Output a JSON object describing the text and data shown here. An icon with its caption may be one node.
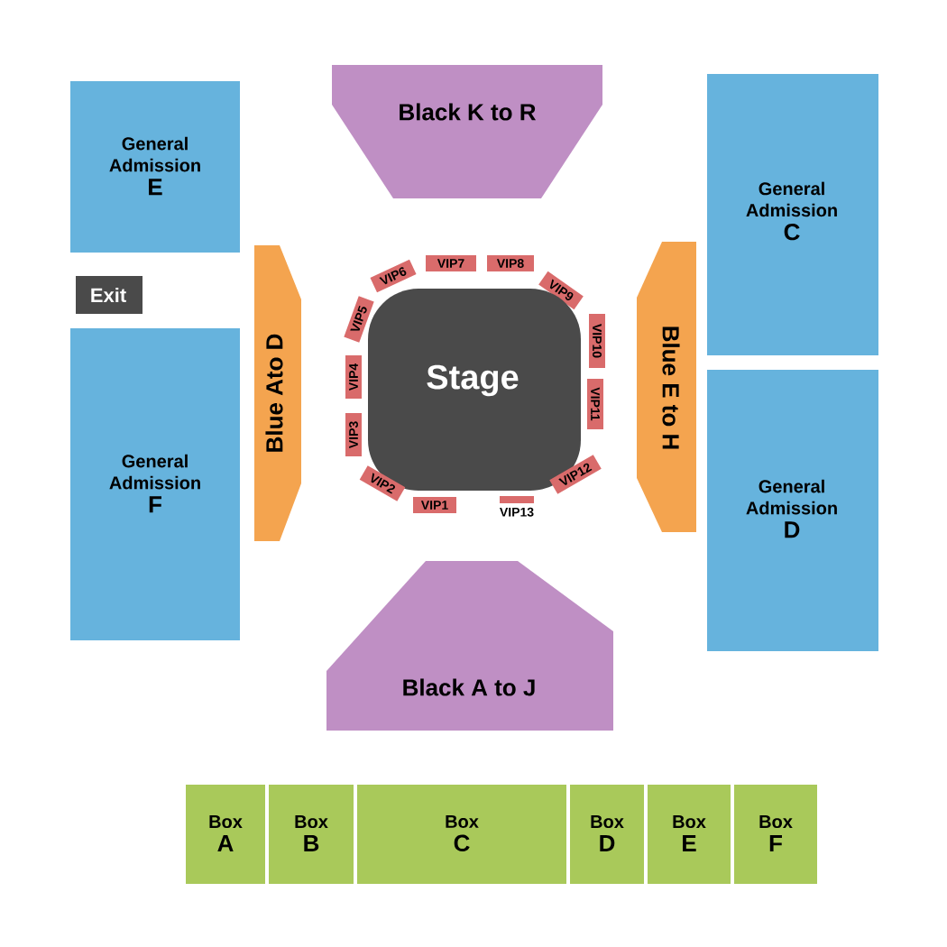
{
  "diagram": {
    "nodes": [
      {
        "text": [
          "Black K to R"
        ]
      },
      {
        "text": [
          "General Admission",
          "E"
        ]
      },
      {
        "text": [
          "General Admission",
          "C"
        ]
      },
      {
        "text": [
          "Exit"
        ]
      },
      {
        "text": [
          "VIP7"
        ]
      },
      {
        "text": [
          "VIP8"
        ]
      },
      {
        "text": [
          "VIP6"
        ]
      },
      {
        "text": [
          "VIP9"
        ]
      },
      {
        "text": [
          "VIP5"
        ]
      },
      {
        "text": [
          "Blue Ato D"
        ]
      },
      {
        "text": [
          "Stage"
        ]
      },
      {
        "text": [
          "VIP10"
        ]
      },
      {
        "text": [
          "Blue E to H"
        ]
      },
      {
        "text": [
          "VIP4"
        ]
      },
      {
        "text": [
          "VIP11"
        ]
      },
      {
        "text": [
          "General Admission",
          "F"
        ]
      },
      {
        "text": [
          "VIP3"
        ]
      },
      {
        "text": [
          "General Admission",
          "D"
        ]
      },
      {
        "text": [
          "VIP12"
        ]
      },
      {
        "text": [
          "VIP2"
        ]
      },
      {
        "text": [
          "VIP1"
        ]
      },
      {
        "text": [],
        "shape": "bar",
        "beside": [
          "VIP13"
        ]
      },
      {
        "text": [
          "Black A to J"
        ]
      },
      {
        "text": [
          "Box",
          "A"
        ]
      },
      {
        "text": [
          "Box",
          "B"
        ]
      },
      {
        "text": [
          "Box",
          "C"
        ]
      },
      {
        "text": [
          "Box",
          "D"
        ]
      },
      {
        "text": [
          "Box",
          "E"
        ]
      },
      {
        "text": [
          "Box",
          "F"
        ]
      }
    ]
  }
}
